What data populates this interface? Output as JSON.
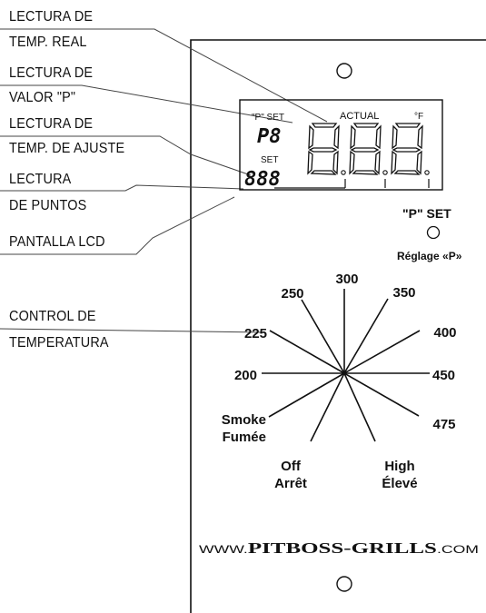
{
  "callouts": {
    "real_temp": [
      "LECTURA DE",
      "TEMP. REAL"
    ],
    "p_value": [
      "LECTURA DE",
      "VALOR \"P\""
    ],
    "set_temp": [
      "LECTURA DE",
      "TEMP. DE AJUSTE"
    ],
    "dots": [
      "LECTURA",
      "DE PUNTOS"
    ],
    "lcd": [
      "PANTALLA LCD"
    ],
    "control": [
      "CONTROL DE",
      "TEMPERATURA"
    ]
  },
  "lcd": {
    "p_set_label": "\"P\" SET",
    "actual_label": "ACTUAL",
    "unit_label": "°F",
    "p_value": "P8",
    "set_label": "SET",
    "set_value": "888",
    "actual_value": "888"
  },
  "p_set_button": {
    "label": "\"P\" SET",
    "label_fr": "Réglage «P»"
  },
  "dial": {
    "positions": [
      {
        "label": "Off",
        "label_fr": "Arrêt"
      },
      {
        "label": "Smoke",
        "label_fr": "Fumée"
      },
      {
        "label": "200"
      },
      {
        "label": "225"
      },
      {
        "label": "250"
      },
      {
        "label": "300"
      },
      {
        "label": "350"
      },
      {
        "label": "400"
      },
      {
        "label": "450"
      },
      {
        "label": "475"
      },
      {
        "label": "High",
        "label_fr": "Élevé"
      }
    ]
  },
  "website": {
    "prefix": "www.",
    "brand": "PITBOSS-GRILLS",
    "suffix": ".com"
  }
}
